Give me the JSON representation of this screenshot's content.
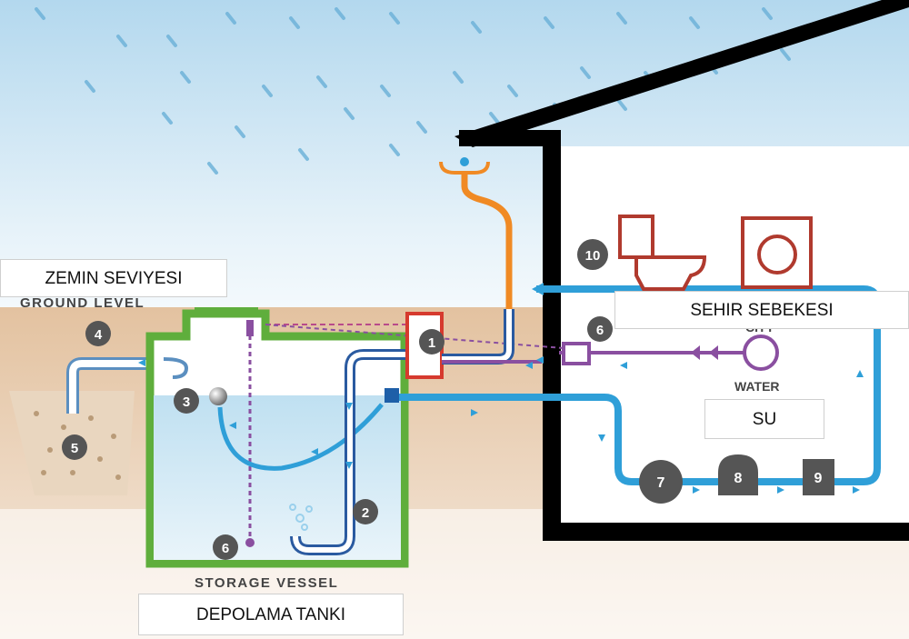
{
  "labels": {
    "zemin_seviyesi": "ZEMIN SEVIYESI",
    "ground_level": "GROUND LEVEL",
    "sehir_sebekesi": "SEHIR SEBEKESI",
    "city": "CITY",
    "water": "WATER",
    "su": "SU",
    "storage_vessel": "STORAGE VESSEL",
    "depolama_tanki": "DEPOLAMA TANKI"
  },
  "markers": {
    "m1": "1",
    "m2": "2",
    "m3": "3",
    "m4": "4",
    "m5": "5",
    "m6a": "6",
    "m6b": "6",
    "m7": "7",
    "m8": "8",
    "m9": "9",
    "m10": "10"
  },
  "colors": {
    "tank_outline": "#5fae3c",
    "water": "#cde6f3",
    "supply_pipe": "#2f9fd8",
    "downpipe": "#f08a24",
    "city_pipe": "#8a4fa0",
    "house": "#000000",
    "ground": "#e8c9a8",
    "fixture": "#b03a2e",
    "marker": "#555555"
  }
}
